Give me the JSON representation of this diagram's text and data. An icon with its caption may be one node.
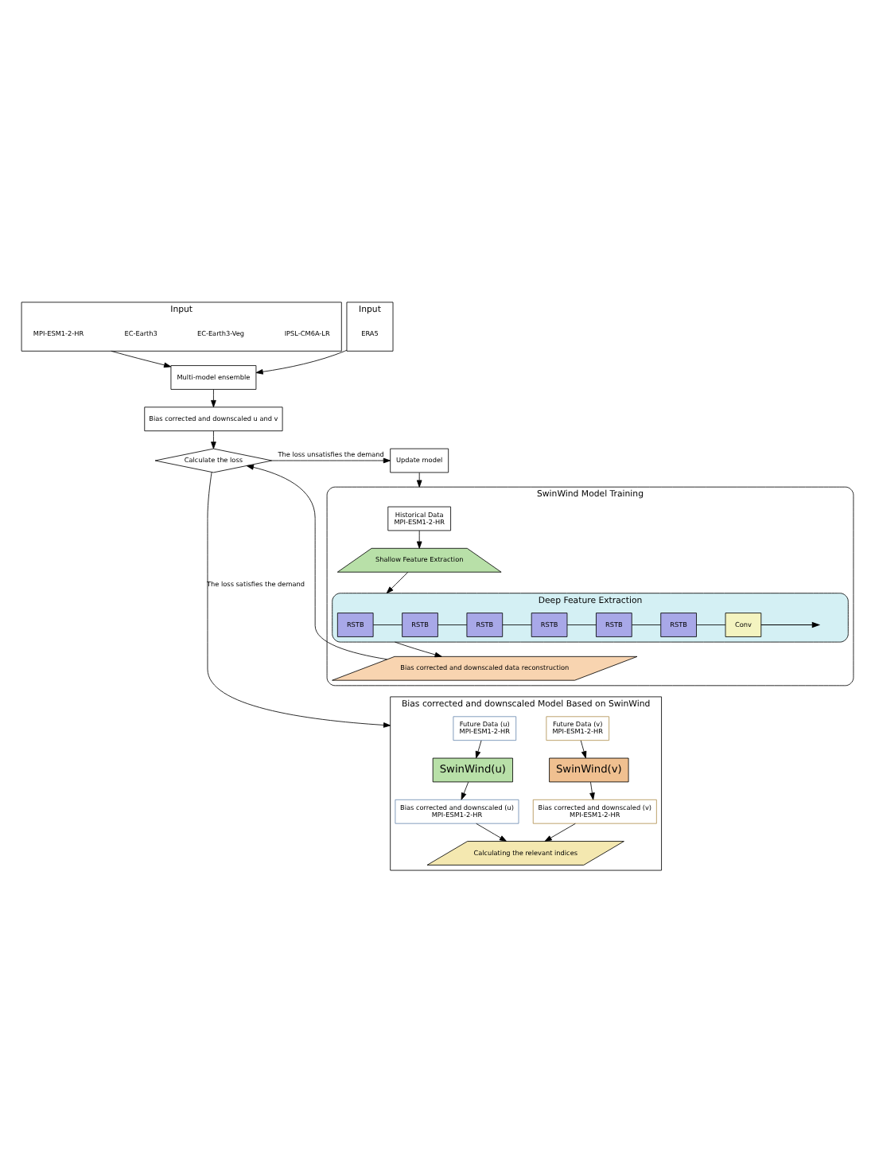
{
  "diagram": {
    "nodes": [
      {
        "text": [
          "Input"
        ]
      },
      {
        "text": [
          "MPI-ESM1-2-HR"
        ],
        "in": 0
      },
      {
        "text": [
          "EC-Earth3"
        ],
        "in": 0
      },
      {
        "text": [
          "EC-Earth3-Veg"
        ],
        "in": 0
      },
      {
        "text": [
          "IPSL-CM6A-LR"
        ],
        "in": 0
      },
      {
        "text": [
          "Multi-model ensemble"
        ]
      },
      {
        "text": [
          "Input"
        ]
      },
      {
        "text": [
          "ERA5"
        ],
        "in": 6
      },
      {
        "text": [
          "SwinWind Model Training"
        ]
      },
      {
        "text": [
          "Historical Data",
          "MPI-ESM1-2-HR"
        ],
        "in": 8
      },
      {
        "text": [
          "Shallow Feature Extraction"
        ],
        "in": 8
      },
      {
        "text": [
          "Deep Feature Extraction"
        ],
        "in": 8
      },
      {
        "text": [
          "RSTB"
        ],
        "in": 11
      },
      {
        "text": [
          "RSTB"
        ],
        "in": 11
      },
      {
        "text": [
          "RSTB"
        ],
        "in": 11
      },
      {
        "text": [
          "RSTB"
        ],
        "in": 11
      },
      {
        "text": [
          "RSTB"
        ],
        "in": 11
      },
      {
        "text": [
          "RSTB"
        ],
        "in": 11
      },
      {
        "text": [
          "Conv"
        ],
        "in": 11
      },
      {
        "text": [
          "Bias corrected and downscaled data reconstruction"
        ],
        "in": 8
      },
      {
        "text": [
          "Bias corrected and downscaled u and v"
        ]
      },
      {
        "text": [
          "Calculate the loss"
        ]
      },
      {
        "text": [
          "Update model"
        ]
      },
      {
        "text": [
          "Bias corrected and downscaled Model Based on SwinWind"
        ]
      },
      {
        "text": [
          "Future Data (u)",
          "MPI-ESM1-2-HR"
        ],
        "in": 23
      },
      {
        "text": [
          "SwinWind(u)"
        ],
        "in": 23
      },
      {
        "text": [
          "Bias corrected and downscaled (u)",
          "MPI-ESM1-2-HR"
        ],
        "in": 23
      },
      {
        "text": [
          "Future Data (v)",
          "MPI-ESM1-2-HR"
        ],
        "in": 23
      },
      {
        "text": [
          "SwinWind(v)"
        ],
        "in": 23
      },
      {
        "text": [
          "Bias corrected and downscaled (v)",
          "MPI-ESM1-2-HR"
        ],
        "in": 23
      },
      {
        "text": [
          "Calculating the relevant indices"
        ],
        "in": 23
      }
    ],
    "edges": [
      {
        "from": 0,
        "to": 5,
        "arrow": "to"
      },
      {
        "from": 6,
        "to": 5,
        "arrow": "to"
      },
      {
        "from": 5,
        "to": 20,
        "arrow": "to"
      },
      {
        "from": 20,
        "to": 21,
        "arrow": "to"
      },
      {
        "from": 21,
        "to": 22,
        "label": "The loss unsatisfies the demand",
        "arrow": "to"
      },
      {
        "from": 22,
        "to": 8,
        "arrow": "to"
      },
      {
        "from": 9,
        "to": 10,
        "arrow": "to"
      },
      {
        "from": 10,
        "to": 11,
        "arrow": "to"
      },
      {
        "from": 12,
        "to": 13,
        "arrow": "none"
      },
      {
        "from": 13,
        "to": 14,
        "arrow": "none"
      },
      {
        "from": 14,
        "to": 15,
        "arrow": "none"
      },
      {
        "from": 15,
        "to": 16,
        "arrow": "none"
      },
      {
        "from": 16,
        "to": 17,
        "arrow": "none"
      },
      {
        "from": 17,
        "to": 18,
        "arrow": "none"
      },
      {
        "from": 18,
        "to": null,
        "arrow": "to"
      },
      {
        "from": 11,
        "to": 19,
        "arrow": "to"
      },
      {
        "from": 19,
        "to": 21,
        "arrow": "to"
      },
      {
        "from": 21,
        "to": 23,
        "label": "The loss satisfies the demand",
        "arrow": "to"
      },
      {
        "from": 24,
        "to": 25,
        "arrow": "to"
      },
      {
        "from": 25,
        "to": 26,
        "arrow": "to"
      },
      {
        "from": 27,
        "to": 28,
        "arrow": "to"
      },
      {
        "from": 28,
        "to": 29,
        "arrow": "to"
      },
      {
        "from": 26,
        "to": 30,
        "arrow": "to"
      },
      {
        "from": 29,
        "to": 30,
        "arrow": "to"
      }
    ]
  }
}
